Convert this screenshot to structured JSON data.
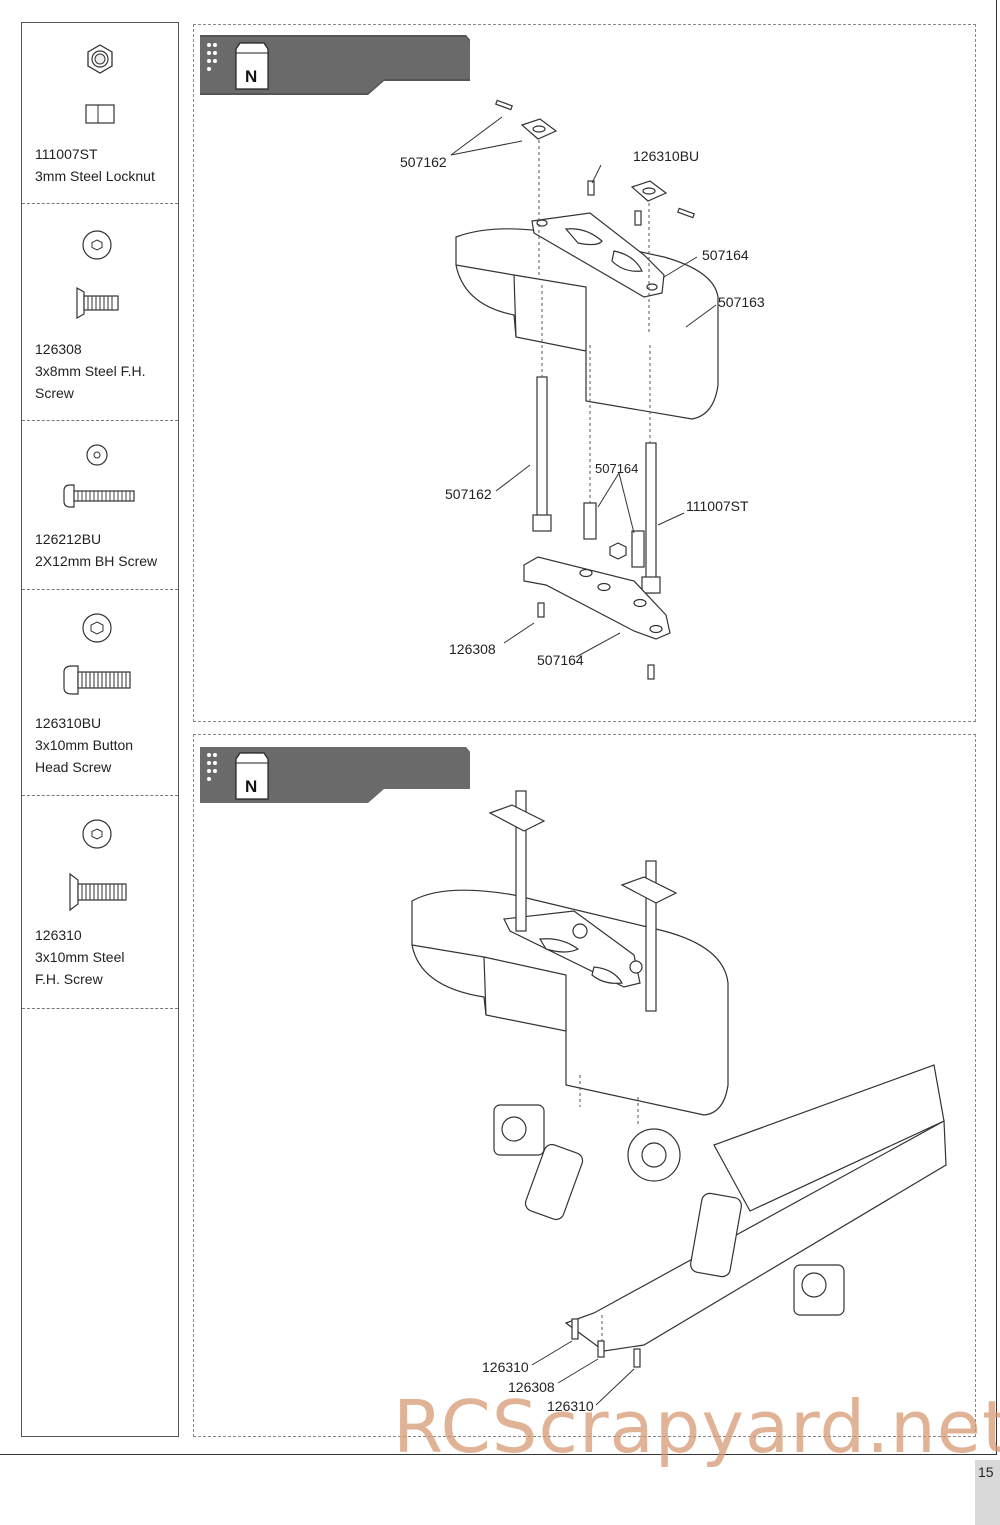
{
  "parts": [
    {
      "code": "111007ST",
      "lines": [
        "3mm Steel Locknut"
      ],
      "icon": "locknut-icon"
    },
    {
      "code": "126308",
      "lines": [
        "3x8mm Steel F.H.",
        "Screw"
      ],
      "icon": "flat-head-screw-icon"
    },
    {
      "code": "126212BU",
      "lines": [
        "2X12mm BH Screw"
      ],
      "icon": "button-head-screw-icon"
    },
    {
      "code": "126310BU",
      "lines": [
        "3x10mm Button",
        "Head Screw"
      ],
      "icon": "button-head-screw-icon"
    },
    {
      "code": "126310",
      "lines": [
        "3x10mm Steel",
        "F.H. Screw"
      ],
      "icon": "flat-head-screw-icon"
    }
  ],
  "steps": [
    {
      "bag_letter": "N",
      "callouts": [
        "507162",
        "126310BU",
        "507164",
        "507163",
        "507164",
        "507162",
        "111007ST",
        "126308",
        "507164"
      ]
    },
    {
      "bag_letter": "N",
      "callouts": [
        "126310",
        "126308",
        "126310"
      ]
    }
  ],
  "watermark": "RCScrapyard.net",
  "page_number": "15"
}
